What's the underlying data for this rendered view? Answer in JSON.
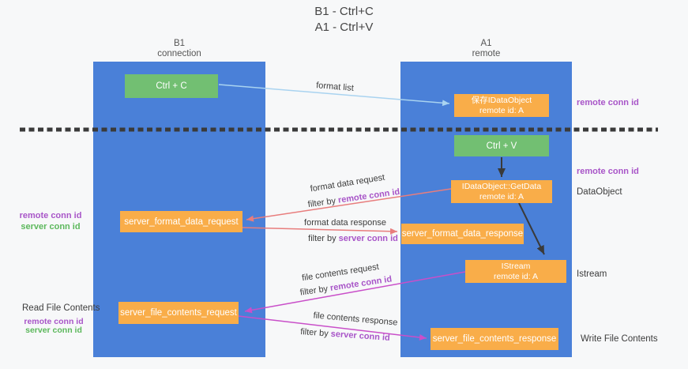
{
  "colors": {
    "lane_blue": "#4a80d8",
    "box_green": "#72bf72",
    "box_orange": "#f9ad49",
    "text_purple": "#a855c8",
    "text_green": "#5cb85c",
    "arrow_salmon": "#e87d7d",
    "arrow_magenta": "#c94fc9",
    "arrow_lightblue": "#a9d3f0",
    "arrow_black": "#3a3a3a"
  },
  "title": {
    "line1": "B1 - Ctrl+C",
    "line2": "A1 - Ctrl+V"
  },
  "lanes": {
    "left": {
      "title": "B1",
      "subtitle": "connection"
    },
    "right": {
      "title": "A1",
      "subtitle": "remote"
    }
  },
  "boxes": {
    "ctrl_c": {
      "label": "Ctrl + C"
    },
    "ctrl_v": {
      "label": "Ctrl + V"
    },
    "save_dataobject": {
      "line1": "保存IDataObject",
      "line2": "remote id: A"
    },
    "getdata": {
      "line1": "IDataObject::GetData",
      "line2": "remote id: A"
    },
    "istream": {
      "line1": "IStream",
      "line2": "remote id: A"
    },
    "format_request": {
      "label": "server_format_data_request"
    },
    "format_response": {
      "label": "server_format_data_response"
    },
    "file_request": {
      "label": "server_file_contents_request"
    },
    "file_response": {
      "label": "server_file_contents_response"
    }
  },
  "side_labels": {
    "remote_conn_top": "remote conn id",
    "remote_conn_mid": "remote conn id",
    "dataobject": "DataObject",
    "istream": "Istream",
    "read_file": "Read File Contents",
    "write_file": "Write File Contents",
    "left_group_format": {
      "remote": "remote conn id",
      "server": "server conn id"
    },
    "left_group_file": {
      "remote": "remote conn id",
      "server": "server conn id"
    }
  },
  "arrows": {
    "format_list": {
      "label": "format list"
    },
    "format_data_request": {
      "label": "format data request",
      "filter_prefix": "filter by ",
      "filter_key": "remote conn id"
    },
    "format_data_response": {
      "label": "format data response",
      "filter_prefix": "filter by ",
      "filter_key": "server conn id"
    },
    "file_contents_request": {
      "label": "file contents request",
      "filter_prefix": "filter by ",
      "filter_key": "remote conn id"
    },
    "file_contents_response": {
      "label": "file contents response",
      "filter_prefix": "filter by ",
      "filter_key": "server conn id"
    }
  }
}
